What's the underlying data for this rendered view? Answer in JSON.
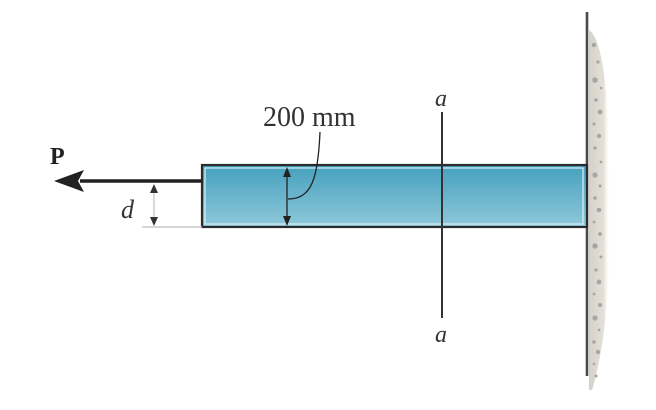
{
  "diagram": {
    "type": "engineering-statics",
    "description": "Bar fixed to wall, eccentric axial load P applied at offset d; section a-a cut through bar",
    "labels": {
      "load": "P",
      "offset": "d",
      "dimension": "200 mm",
      "section_top": "a",
      "section_bottom": "a"
    },
    "colors": {
      "bar_fill_top": "#4aa3bf",
      "bar_fill_bottom": "#8cc6d8",
      "bar_outline": "#2b2b2b",
      "bar_highlight": "#d7eef5",
      "wall_fill": "#dcd8cf",
      "wall_speckle": "#a9a9a9",
      "wall_line": "#444444",
      "arrow": "#222222",
      "dim_line": "#cccccc"
    }
  }
}
